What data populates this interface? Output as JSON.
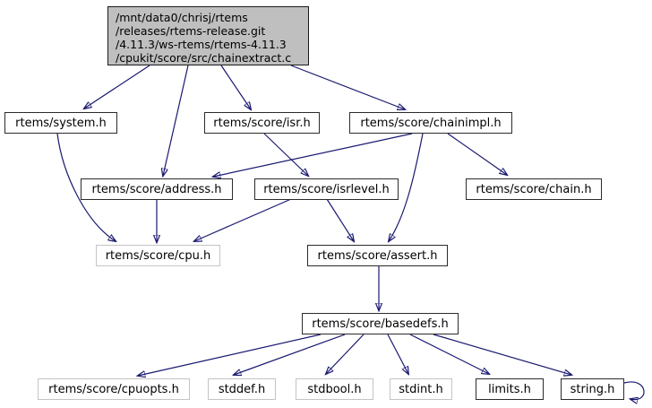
{
  "diagram": {
    "kind": "doxygen-include-dependency-graph",
    "colors": {
      "edge": "#191970",
      "node_fill": "#ffffff",
      "node_border_linked": "#2b2b2b",
      "node_border_plain": "#c4c4c4",
      "source_node_fill": "#bfbfbf",
      "text": "#000000",
      "background": "#ffffff"
    },
    "source_node": {
      "lines": [
        "/mnt/data0/chrisj/rtems",
        "/releases/rtems-release.git",
        "/4.11.3/ws-rtems/rtems-4.11.3",
        "/cpukit/score/src/chainextract.c"
      ]
    },
    "nodes": {
      "system": {
        "label": "rtems/system.h"
      },
      "isr": {
        "label": "rtems/score/isr.h"
      },
      "chainimpl": {
        "label": "rtems/score/chainimpl.h"
      },
      "address": {
        "label": "rtems/score/address.h"
      },
      "isrlevel": {
        "label": "rtems/score/isrlevel.h"
      },
      "chain": {
        "label": "rtems/score/chain.h"
      },
      "cpu": {
        "label": "rtems/score/cpu.h"
      },
      "assert": {
        "label": "rtems/score/assert.h"
      },
      "basedefs": {
        "label": "rtems/score/basedefs.h"
      },
      "cpuopts": {
        "label": "rtems/score/cpuopts.h"
      },
      "stddef": {
        "label": "stddef.h"
      },
      "stdbool": {
        "label": "stdbool.h"
      },
      "stdint": {
        "label": "stdint.h"
      },
      "limits": {
        "label": "limits.h"
      },
      "string": {
        "label": "string.h"
      }
    },
    "edges": [
      {
        "from": "chainextract.c",
        "to": "rtems/system.h"
      },
      {
        "from": "chainextract.c",
        "to": "rtems/score/address.h"
      },
      {
        "from": "chainextract.c",
        "to": "rtems/score/isr.h"
      },
      {
        "from": "chainextract.c",
        "to": "rtems/score/chainimpl.h"
      },
      {
        "from": "rtems/system.h",
        "to": "rtems/score/cpu.h"
      },
      {
        "from": "rtems/score/isr.h",
        "to": "rtems/score/isrlevel.h"
      },
      {
        "from": "rtems/score/chainimpl.h",
        "to": "rtems/score/address.h"
      },
      {
        "from": "rtems/score/chainimpl.h",
        "to": "rtems/score/chain.h"
      },
      {
        "from": "rtems/score/chainimpl.h",
        "to": "rtems/score/assert.h"
      },
      {
        "from": "rtems/score/address.h",
        "to": "rtems/score/cpu.h"
      },
      {
        "from": "rtems/score/isrlevel.h",
        "to": "rtems/score/cpu.h"
      },
      {
        "from": "rtems/score/isrlevel.h",
        "to": "rtems/score/assert.h"
      },
      {
        "from": "rtems/score/assert.h",
        "to": "rtems/score/basedefs.h"
      },
      {
        "from": "rtems/score/basedefs.h",
        "to": "rtems/score/cpuopts.h"
      },
      {
        "from": "rtems/score/basedefs.h",
        "to": "stddef.h"
      },
      {
        "from": "rtems/score/basedefs.h",
        "to": "stdbool.h"
      },
      {
        "from": "rtems/score/basedefs.h",
        "to": "stdint.h"
      },
      {
        "from": "rtems/score/basedefs.h",
        "to": "limits.h"
      },
      {
        "from": "rtems/score/basedefs.h",
        "to": "string.h"
      },
      {
        "from": "string.h",
        "to": "string.h",
        "self_loop": true
      }
    ]
  }
}
